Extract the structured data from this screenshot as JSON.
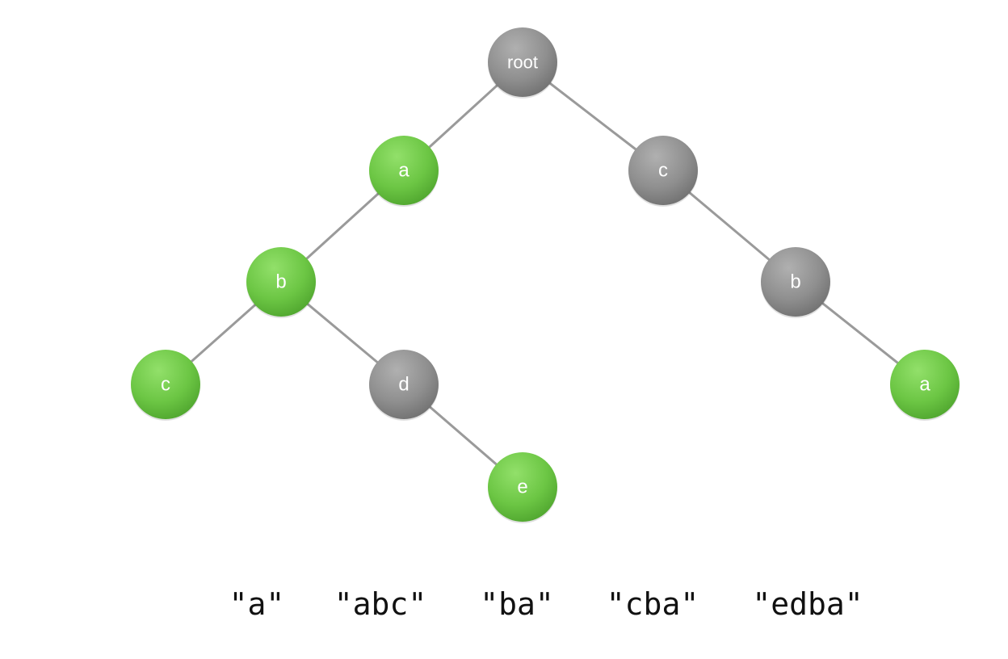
{
  "colors": {
    "marked_node": "#6cc644",
    "unmarked_node": "#8f8f8f",
    "edge": "#9a9a9a",
    "label": "#ffffff"
  },
  "nodes": [
    {
      "id": "root",
      "label": "root",
      "marked": false
    },
    {
      "id": "a1",
      "label": "a",
      "marked": true,
      "parent": "root"
    },
    {
      "id": "c1",
      "label": "c",
      "marked": false,
      "parent": "root"
    },
    {
      "id": "b1",
      "label": "b",
      "marked": true,
      "parent": "a1"
    },
    {
      "id": "c2",
      "label": "c",
      "marked": true,
      "parent": "b1"
    },
    {
      "id": "d1",
      "label": "d",
      "marked": false,
      "parent": "b1"
    },
    {
      "id": "e1",
      "label": "e",
      "marked": true,
      "parent": "d1"
    },
    {
      "id": "b2",
      "label": "b",
      "marked": false,
      "parent": "c1"
    },
    {
      "id": "a2",
      "label": "a",
      "marked": true,
      "parent": "b2"
    }
  ],
  "words": [
    "\"a\"",
    "\"abc\"",
    "\"ba\"",
    "\"cba\"",
    "\"edba\""
  ]
}
